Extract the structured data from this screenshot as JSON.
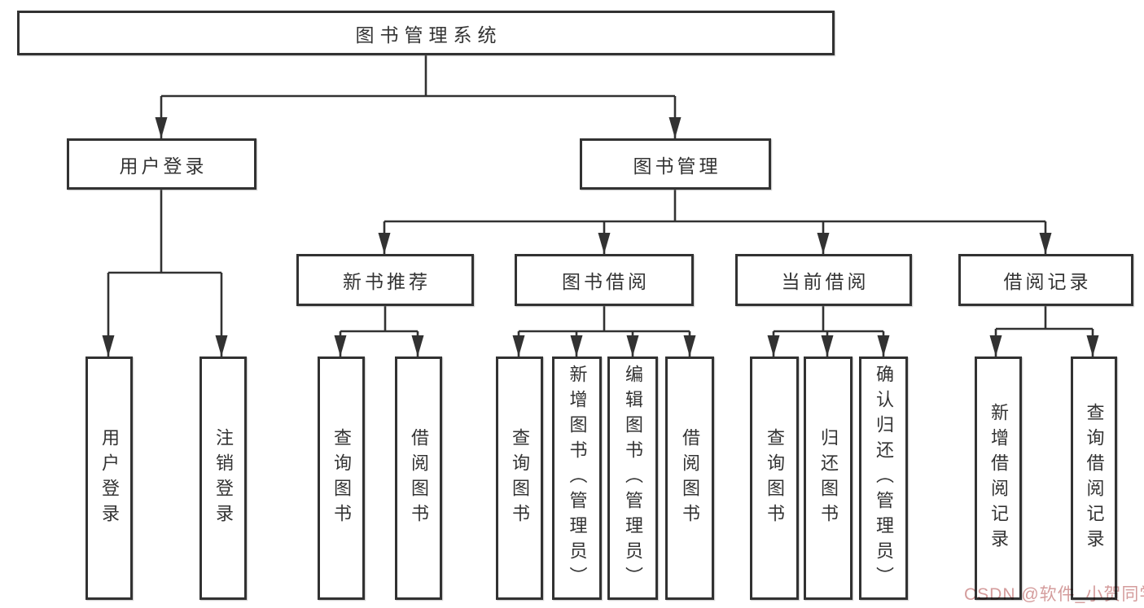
{
  "style": {
    "background": "#ffffff",
    "line_color": "#323232",
    "box_border_color": "#323232",
    "text_color": "#333333",
    "watermark_color": "#d49c9c"
  },
  "watermark": {
    "text": "CSDN @软件_小贺同学"
  },
  "tree": {
    "root": {
      "label": "图书管理系统"
    },
    "branches": [
      {
        "label": "用户登录",
        "children": [
          {
            "label": "用户登录"
          },
          {
            "label": "注销登录"
          }
        ]
      },
      {
        "label": "图书管理",
        "children": [
          {
            "label": "新书推荐",
            "children": [
              {
                "label": "查询图书"
              },
              {
                "label": "借阅图书"
              }
            ]
          },
          {
            "label": "图书借阅",
            "children": [
              {
                "label": "查询图书"
              },
              {
                "label": "新增图书（管理员）"
              },
              {
                "label": "编辑图书（管理员）"
              },
              {
                "label": "借阅图书"
              }
            ]
          },
          {
            "label": "当前借阅",
            "children": [
              {
                "label": "查询图书"
              },
              {
                "label": "归还图书"
              },
              {
                "label": "确认归还（管理员）"
              }
            ]
          },
          {
            "label": "借阅记录",
            "children": [
              {
                "label": "新增借阅记录"
              },
              {
                "label": "查询借阅记录"
              }
            ]
          }
        ]
      }
    ]
  }
}
